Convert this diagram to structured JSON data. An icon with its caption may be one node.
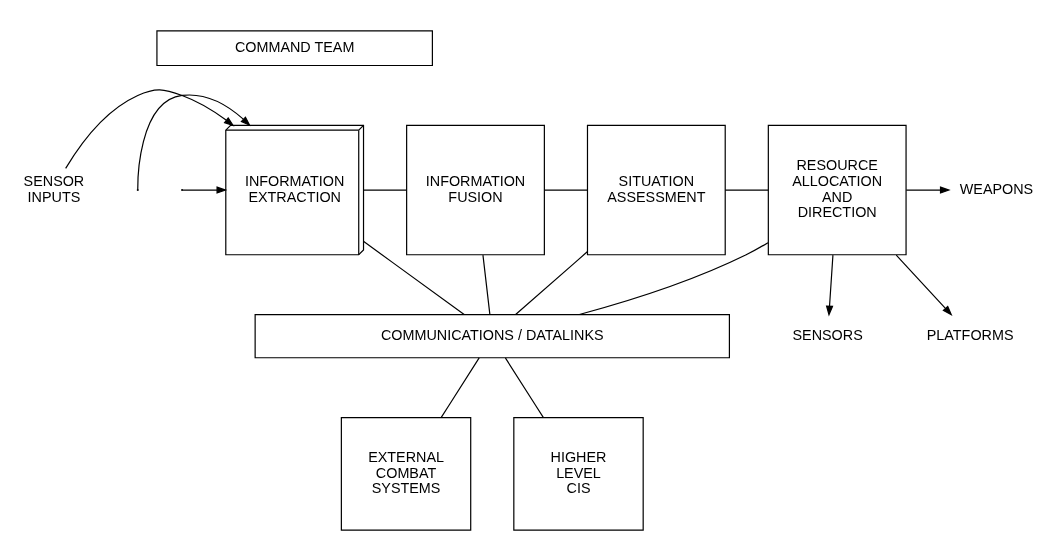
{
  "diagram": {
    "nodes": [
      {
        "text": [
          "COMMAND TEAM"
        ]
      },
      {
        "text": [
          "SENSOR INPUTS"
        ]
      },
      {
        "text": [
          "INFORMATION EXTRACTION"
        ]
      },
      {
        "text": [
          "INFORMATION FUSION"
        ]
      },
      {
        "text": [
          "SITUATION ASSESSMENT"
        ]
      },
      {
        "text": [
          "RESOURCE ALLOCATION AND DIRECTION"
        ]
      },
      {
        "text": [
          "SENSORS"
        ]
      },
      {
        "text": [
          "WEAPONS"
        ]
      },
      {
        "text": [
          "PLATFORMS"
        ]
      },
      {
        "text": [
          "COMMUNICATIONS / DATALINKS"
        ]
      },
      {
        "text": [
          "EXTERNAL COMBAT SYSTEMS"
        ]
      },
      {
        "text": [
          "HIGHER LEVEL CIS"
        ]
      }
    ],
    "edges": [
      {
        "from": null,
        "to": 2,
        "arrow": "to"
      },
      {
        "from": 1,
        "to": 2,
        "arrow": "to"
      },
      {
        "from": null,
        "to": 2,
        "arrow": "to"
      },
      {
        "from": 2,
        "to": 3,
        "arrow": "none"
      },
      {
        "from": 3,
        "to": 4,
        "arrow": "none"
      },
      {
        "from": 4,
        "to": 5,
        "arrow": "none"
      },
      {
        "from": 5,
        "to": 6,
        "arrow": "to"
      },
      {
        "from": 5,
        "to": 7,
        "arrow": "to"
      },
      {
        "from": 5,
        "to": 8,
        "arrow": "to"
      },
      {
        "from": 2,
        "to": 9,
        "arrow": "none"
      },
      {
        "from": 3,
        "to": 9,
        "arrow": "none"
      },
      {
        "from": 4,
        "to": 9,
        "arrow": "none"
      },
      {
        "from": 5,
        "to": 9,
        "arrow": "none"
      },
      {
        "from": 9,
        "to": 10,
        "arrow": "none"
      },
      {
        "from": 9,
        "to": 11,
        "arrow": "none"
      }
    ]
  }
}
